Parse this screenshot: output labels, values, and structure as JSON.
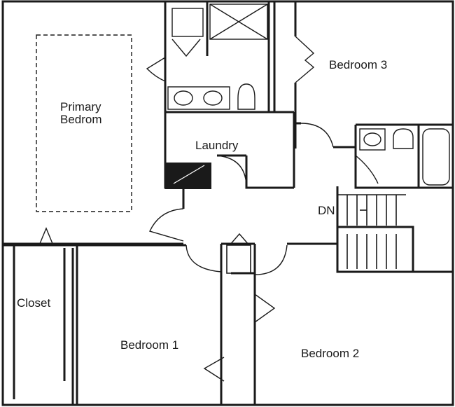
{
  "rooms": {
    "primary_bedroom": {
      "line1": "Primary",
      "line2": "Bedrom"
    },
    "bedroom_3": "Bedroom 3",
    "laundry": "Laundry",
    "stairs": "DN",
    "closet": "Closet",
    "bedroom_1": "Bedroom 1",
    "bedroom_2": "Bedroom 2"
  }
}
